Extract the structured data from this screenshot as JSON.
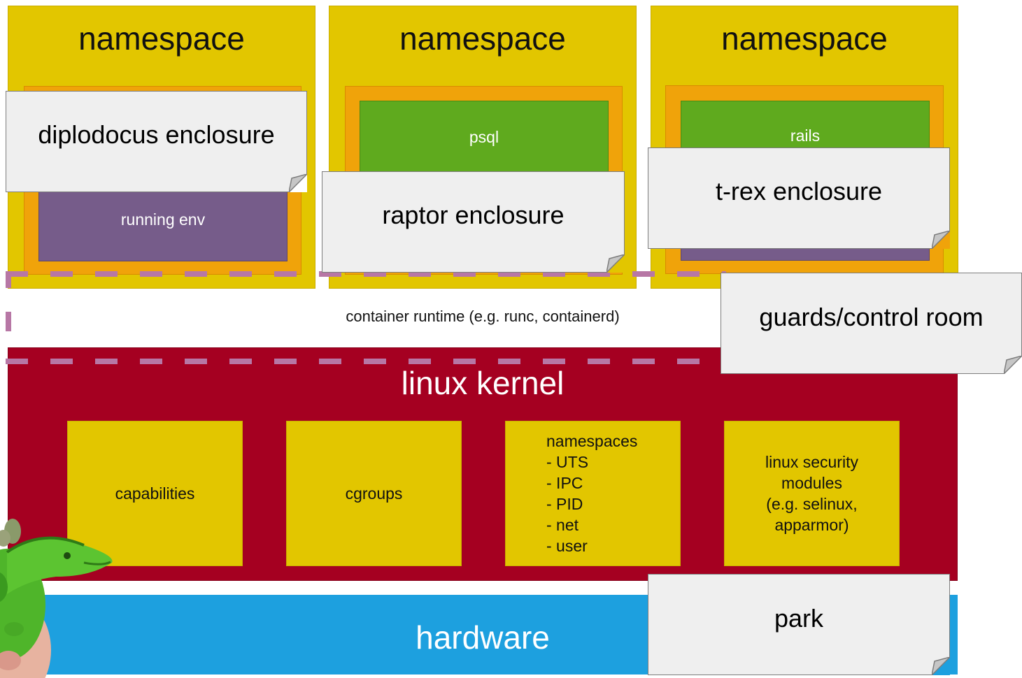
{
  "namespaces": [
    {
      "title": "namespace",
      "inner": "running env",
      "inner_type": "purple"
    },
    {
      "title": "namespace",
      "inner": "psql",
      "inner_type": "green"
    },
    {
      "title": "namespace",
      "inner": "rails",
      "inner_type": "green"
    }
  ],
  "runtime_label": "container runtime (e.g. runc, containerd)",
  "kernel": {
    "title": "linux kernel",
    "boxes": {
      "capabilities": "capabilities",
      "cgroups": "cgroups",
      "namespaces_lines": [
        "namespaces",
        "- UTS",
        "- IPC",
        "- PID",
        "- net",
        "- user"
      ],
      "lsm_lines": [
        "linux security",
        "modules",
        "(e.g. selinux,",
        "apparmor)"
      ]
    }
  },
  "hardware": {
    "title": "hardware"
  },
  "notes": {
    "diplodocus": "diplodocus enclosure",
    "raptor": "raptor enclosure",
    "trex": "t-rex enclosure",
    "guards": "guards/control room",
    "park": "park"
  },
  "colors": {
    "namespace": "#e2c600",
    "container": "#f0a30a",
    "app_green": "#5faa1e",
    "app_purple": "#765c8a",
    "kernel": "#a50021",
    "hardware": "#1da0df",
    "note": "#efefef",
    "dash": "#b777a5"
  }
}
